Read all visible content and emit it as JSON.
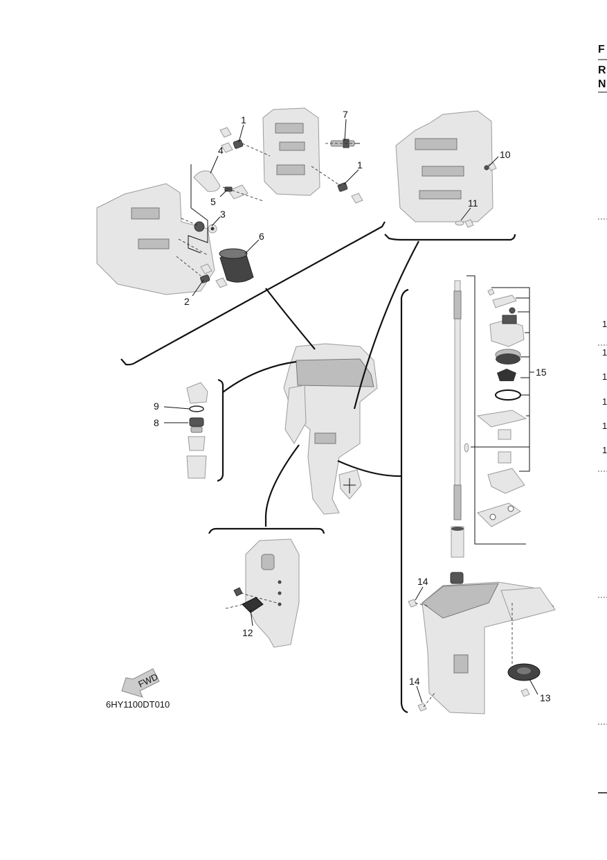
{
  "diagram": {
    "callouts": [
      {
        "id": "c1a",
        "label": "1"
      },
      {
        "id": "c1b",
        "label": "1"
      },
      {
        "id": "c2",
        "label": "2"
      },
      {
        "id": "c3",
        "label": "3"
      },
      {
        "id": "c4",
        "label": "4"
      },
      {
        "id": "c5",
        "label": "5"
      },
      {
        "id": "c6",
        "label": "6"
      },
      {
        "id": "c7",
        "label": "7"
      },
      {
        "id": "c8",
        "label": "8"
      },
      {
        "id": "c9",
        "label": "9"
      },
      {
        "id": "c10",
        "label": "10"
      },
      {
        "id": "c11",
        "label": "11"
      },
      {
        "id": "c12",
        "label": "12"
      },
      {
        "id": "c13",
        "label": "13"
      },
      {
        "id": "c14a",
        "label": "14"
      },
      {
        "id": "c14b",
        "label": "14"
      },
      {
        "id": "c15",
        "label": "15"
      }
    ],
    "figure_code": "6HY1100DT010",
    "fwd_label": "FWD"
  },
  "right_edge": {
    "letters": [
      "F",
      "R",
      "N"
    ],
    "digits": [
      "1",
      "1",
      "1",
      "1",
      "1",
      "1"
    ]
  }
}
